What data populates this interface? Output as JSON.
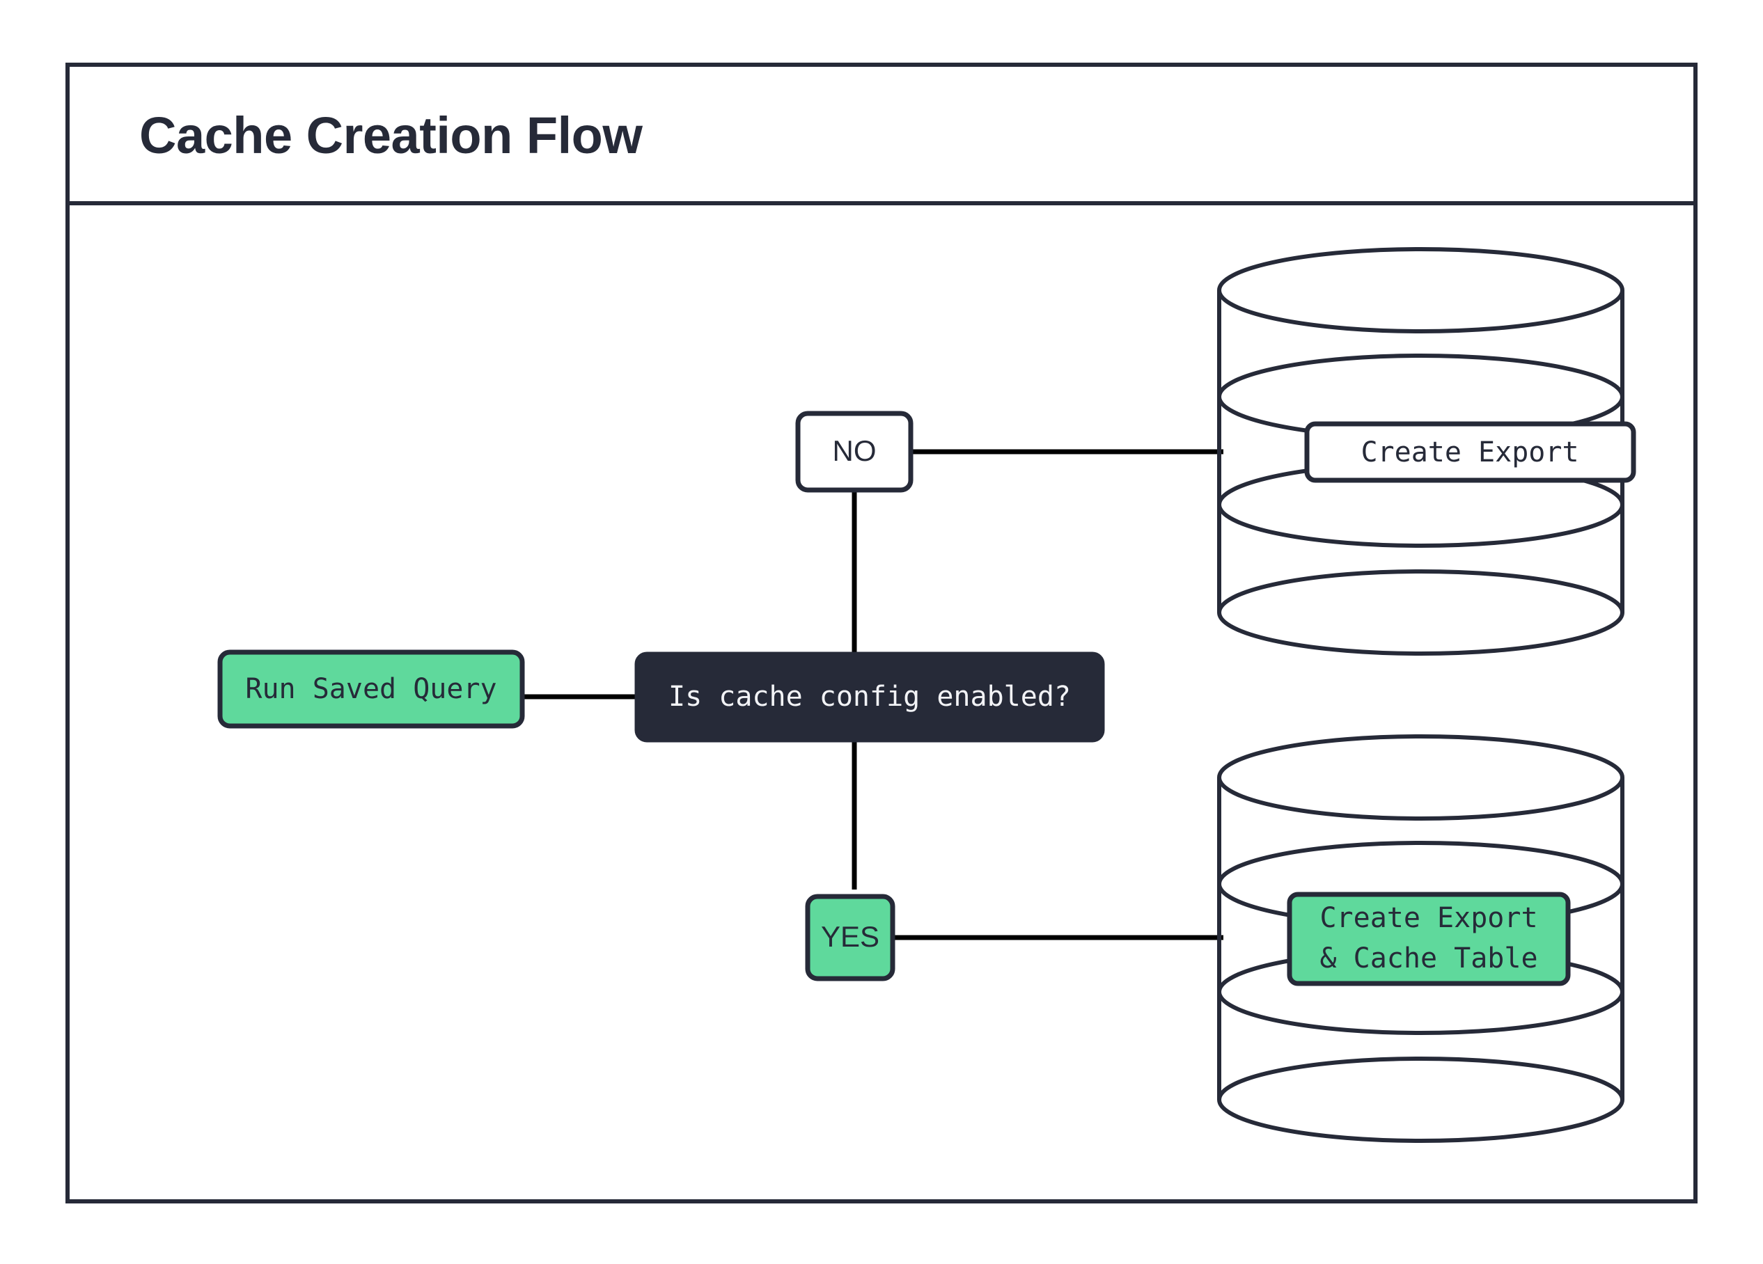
{
  "diagram": {
    "title": "Cache Creation Flow",
    "type": "flowchart",
    "colors": {
      "accent_green": "#5FD99C",
      "dark_navy": "#262A38",
      "background": "#FFFFFF",
      "edge": "#000000",
      "dark_node_text": "#F2F3F6"
    },
    "nodes": [
      {
        "id": "run-saved-query",
        "label": "Run Saved Query",
        "shape": "rounded-rect",
        "style": "green",
        "text_font": "mono"
      },
      {
        "id": "is-cache-config-enabled",
        "label": "Is cache config enabled?",
        "shape": "rounded-rect",
        "style": "dark",
        "text_font": "mono"
      },
      {
        "id": "branch-no",
        "label": "NO",
        "shape": "rounded-rect",
        "style": "white",
        "text_font": "sans"
      },
      {
        "id": "branch-yes",
        "label": "YES",
        "shape": "rounded-rect",
        "style": "green",
        "text_font": "sans"
      },
      {
        "id": "create-export-db",
        "label": "Create Export",
        "label_lines": [
          "Create Export"
        ],
        "shape": "database-cylinder",
        "style": "white",
        "text_font": "mono"
      },
      {
        "id": "create-export-cache-table-db",
        "label": "Create Export & Cache Table",
        "label_lines": [
          "Create Export",
          "& Cache Table"
        ],
        "shape": "database-cylinder",
        "style": "green",
        "text_font": "mono"
      }
    ],
    "edges": [
      {
        "from": "run-saved-query",
        "to": "is-cache-config-enabled",
        "label": ""
      },
      {
        "from": "is-cache-config-enabled",
        "to": "branch-no",
        "label": ""
      },
      {
        "from": "is-cache-config-enabled",
        "to": "branch-yes",
        "label": ""
      },
      {
        "from": "branch-no",
        "to": "create-export-db",
        "label": ""
      },
      {
        "from": "branch-yes",
        "to": "create-export-cache-table-db",
        "label": ""
      }
    ]
  }
}
